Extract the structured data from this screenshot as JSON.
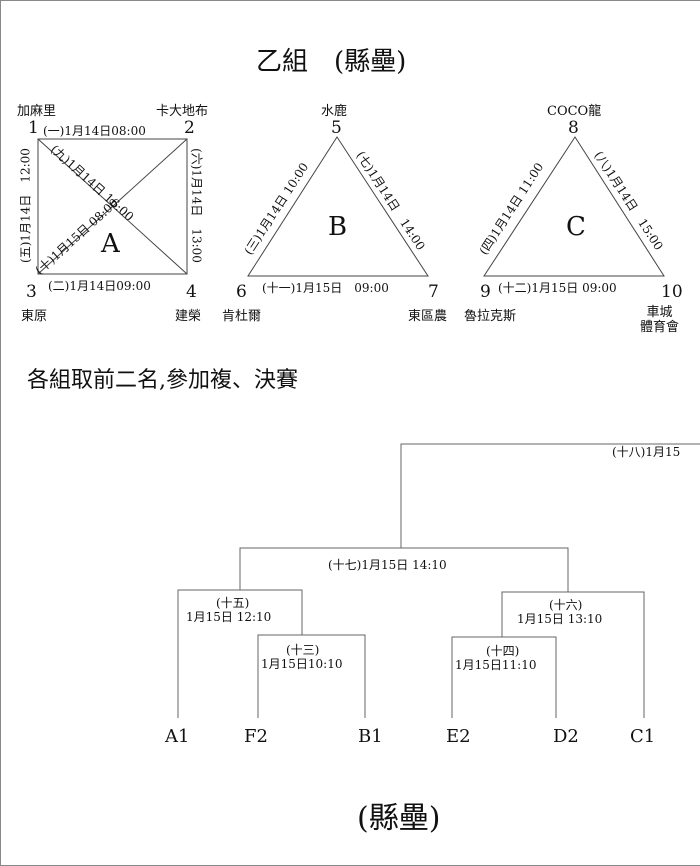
{
  "title": "乙組　(縣壘)",
  "group_a": {
    "teams": [
      {
        "num": "1",
        "name": "加麻里"
      },
      {
        "num": "2",
        "name": "卡大地布"
      },
      {
        "num": "3",
        "name": "東原"
      },
      {
        "num": "4",
        "name": "建榮"
      }
    ],
    "letter": "A",
    "games": {
      "g1": "(一)1月14日08:00",
      "g2": "(二)1月14日09:00",
      "g5": "(五)1月14日　12:00",
      "g6": "(六)1月14日　13:00",
      "g9": "(九)1月14日 16:00",
      "g10": "(十)1月15日 08:00"
    }
  },
  "group_b": {
    "teams": [
      {
        "num": "5",
        "name": "水鹿"
      },
      {
        "num": "6",
        "name": "肯杜爾"
      },
      {
        "num": "7",
        "name": "東區農"
      }
    ],
    "letter": "B",
    "games": {
      "g3": "(三)1月14日 10:00",
      "g7": "(七)1月14日　14:00",
      "g11": "(十一)1月15日　09:00"
    }
  },
  "group_c": {
    "teams": [
      {
        "num": "8",
        "name": "COCO龍"
      },
      {
        "num": "9",
        "name": "魯拉克斯"
      },
      {
        "num": "10",
        "name": "車城\n體育會"
      }
    ],
    "letter": "C",
    "games": {
      "g4": "(四)1月14日 11:00",
      "g8": "(八)1月14日　15:00",
      "g12": "(十二)1月15日 09:00"
    }
  },
  "note": "各組取前二名,參加複、決賽",
  "bracket": {
    "g13": {
      "label": "(十三)",
      "time": "1月15日10:10"
    },
    "g14": {
      "label": "(十四)",
      "time": "1月15日11:10"
    },
    "g15": {
      "label": "(十五)",
      "time": "1月15日 12:10"
    },
    "g16": {
      "label": "(十六)",
      "time": "1月15日 13:10"
    },
    "g17": {
      "label": "(十七)1月15日 14:10"
    },
    "g18": {
      "label": "(十八)1月15"
    },
    "seeds": [
      "A1",
      "F2",
      "B1",
      "E2",
      "D2",
      "C1"
    ]
  },
  "footer": "(縣壘)"
}
